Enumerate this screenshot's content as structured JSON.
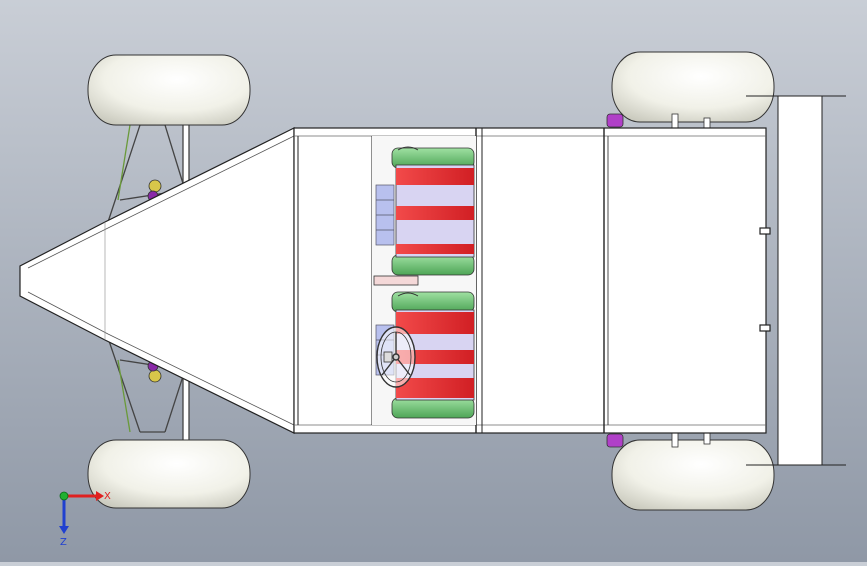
{
  "viewport": {
    "background_top": "#c9ced6",
    "background_bottom": "#8f98a6"
  },
  "model": {
    "view": "top",
    "body_color": "#ffffff",
    "line_color": "#1a1a1a",
    "seat_red": "#e8262b",
    "seat_lavender": "#d8d4f2",
    "seat_green": "#6bbf72",
    "hub_purple": "#8a2aa8",
    "hub_yellow": "#d8c64a",
    "tire_color": "#f4f4ee",
    "icons": [
      "tire-icon",
      "seat-icon",
      "steering-wheel-icon",
      "suspension-icon",
      "rear-wing-icon"
    ]
  },
  "triad": {
    "x_label": "X",
    "z_label": "Z",
    "x_color": "#e02020",
    "y_color": "#20b030",
    "z_color": "#2040d0"
  }
}
